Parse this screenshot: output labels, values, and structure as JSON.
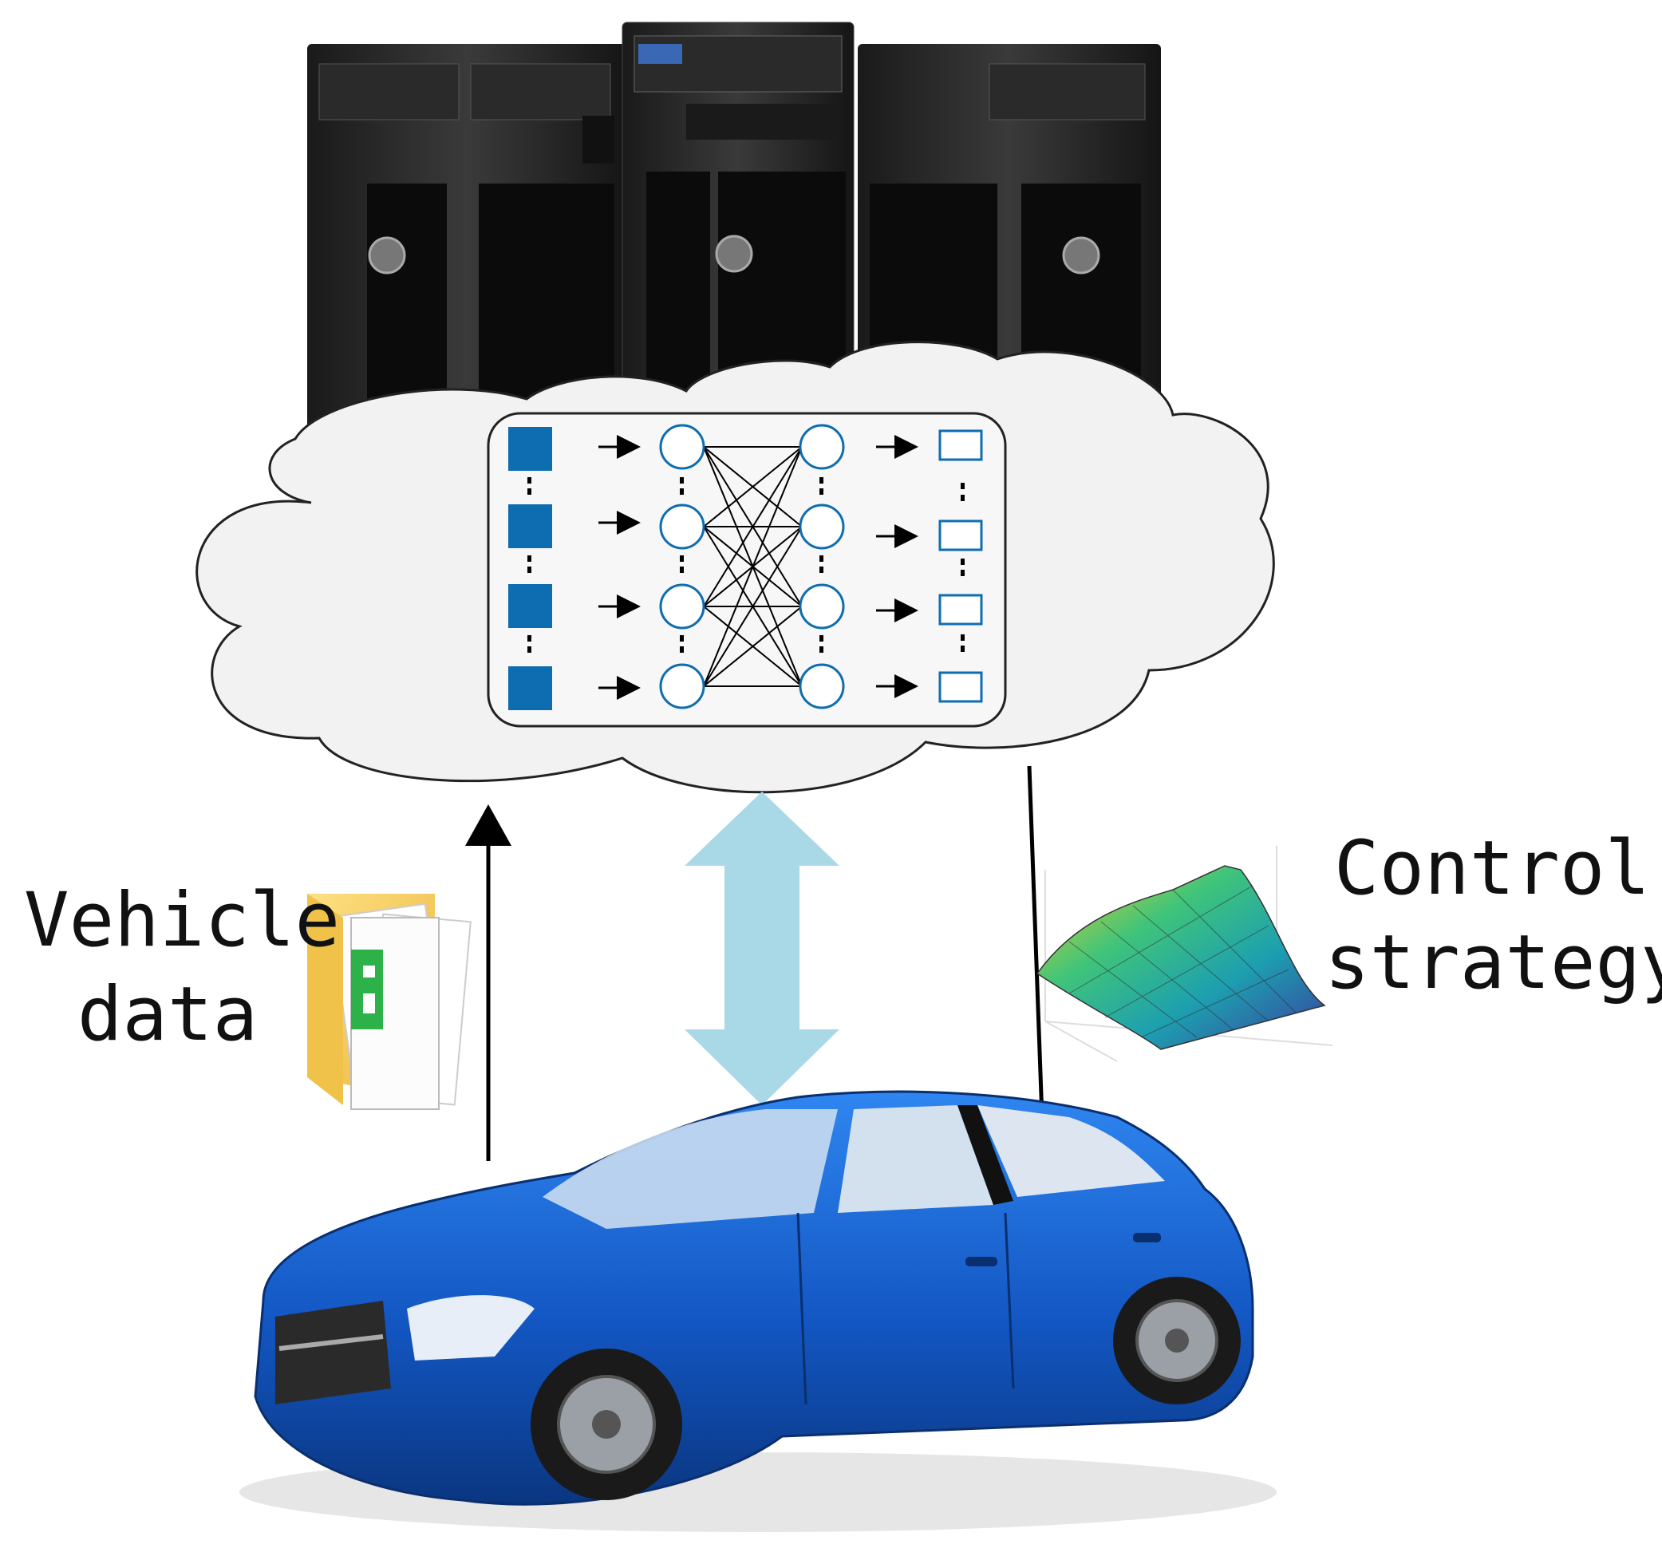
{
  "labels": {
    "vehicle_data_line1": "Vehicle",
    "vehicle_data_line2": "data",
    "control_strategy_line1": "Control",
    "control_strategy_line2": "strategy"
  },
  "components": {
    "servers": [
      "server-left",
      "server-center",
      "server-right"
    ],
    "network": {
      "input_nodes": 4,
      "hidden_layer_1": 4,
      "hidden_layer_2": 4,
      "output_nodes": 4
    },
    "icons": [
      "file-folder-icon",
      "surface-plot-icon",
      "car-icon"
    ]
  },
  "colors": {
    "node_blue": "#0e6db0",
    "cloud_fill": "#f2f2f2",
    "arrow_light": "#a9d8e6",
    "car_blue": "#1565d8"
  }
}
